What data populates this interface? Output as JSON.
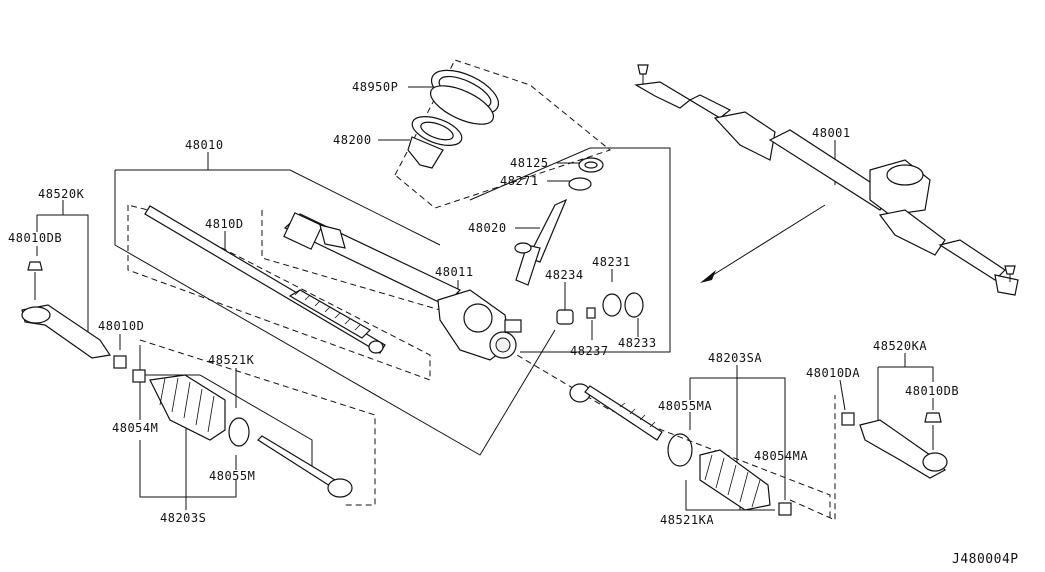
{
  "diagram_ref": "J480004P",
  "labels": {
    "p48950P": "48950P",
    "p48200": "48200",
    "p48010": "48010",
    "p48125": "48125",
    "p48271": "48271",
    "p48001": "48001",
    "p48520K": "48520K",
    "p48010DB_left": "48010DB",
    "p4810D": "4810D",
    "p48020": "48020",
    "p48011": "48011",
    "p48231": "48231",
    "p48234": "48234",
    "p48237": "48237",
    "p48233": "48233",
    "p48010D": "48010D",
    "p48521K": "48521K",
    "p48054M": "48054M",
    "p48055M": "48055M",
    "p48203S": "48203S",
    "p48203SA": "48203SA",
    "p48055MA": "48055MA",
    "p48054MA": "48054MA",
    "p48521KA": "48521KA",
    "p48010DA": "48010DA",
    "p48520KA": "48520KA",
    "p48010DB_right": "48010DB"
  }
}
